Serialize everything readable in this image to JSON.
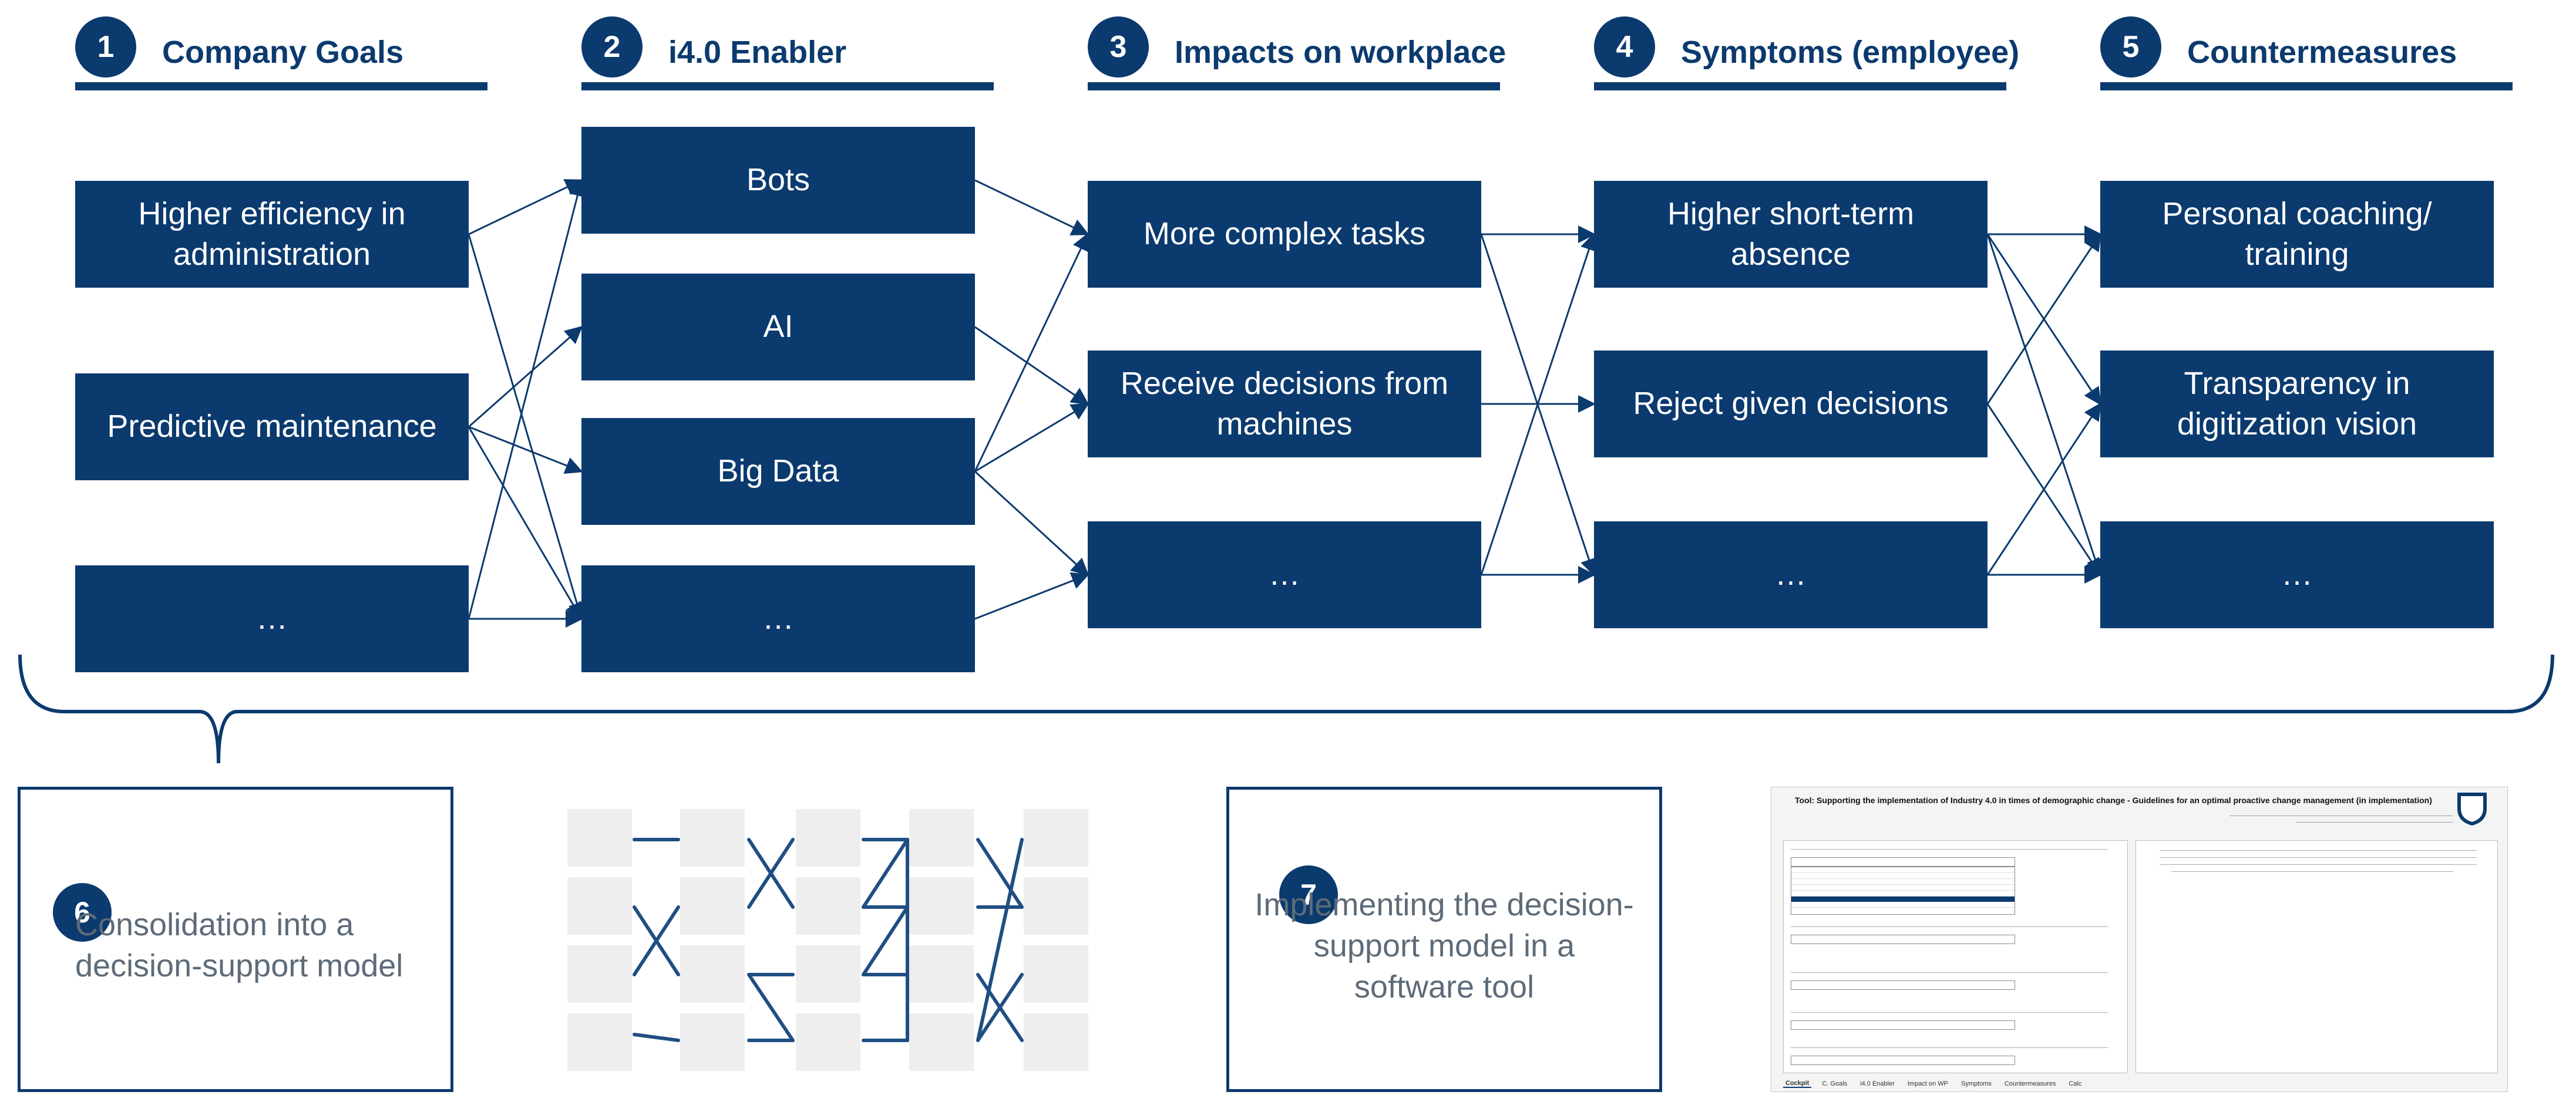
{
  "columns": [
    {
      "number": "1",
      "title": "Company Goals",
      "items": [
        "Higher efficiency in administration",
        "Predictive maintenance",
        "…"
      ]
    },
    {
      "number": "2",
      "title": "i4.0 Enabler",
      "items": [
        "Bots",
        "AI",
        "Big Data",
        "…"
      ]
    },
    {
      "number": "3",
      "title": "Impacts on workplace",
      "items": [
        "More complex tasks",
        "Receive decisions from machines",
        "…"
      ]
    },
    {
      "number": "4",
      "title": "Symptoms (employee)",
      "items": [
        "Higher short-term absence",
        "Reject given decisions",
        "…"
      ]
    },
    {
      "number": "5",
      "title": "Countermeasures",
      "items": [
        "Personal coaching/ training",
        "Transparency in digitization vision",
        "…"
      ]
    }
  ],
  "steps": [
    {
      "number": "6",
      "text": "Consolidation into a decision-support model"
    },
    {
      "number": "7",
      "text": "Implementing the decision-support model in a software tool"
    }
  ],
  "software_tool": {
    "title": "Tool: Supporting the implementation of Industry 4.0 in times of demographic change - Guidelines for an optimal proactive change management (in implementation)",
    "tabs": [
      "Cockpit",
      "C. Goals",
      "i4.0 Enabler",
      "Impact on WP",
      "Symptoms",
      "Countermeasures",
      "Calc"
    ]
  },
  "colors": {
    "primary": "#0b3a6e",
    "panel_text": "#5d6b79",
    "grid_cell": "#eeeeee"
  }
}
